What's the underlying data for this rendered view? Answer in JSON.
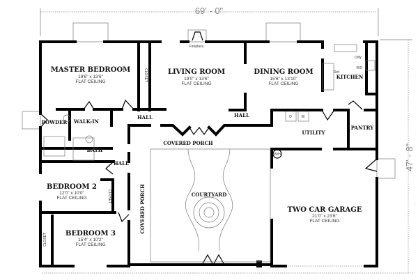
{
  "dimensions": {
    "width": "69' - 0\"",
    "depth": "47' - 8\""
  },
  "rooms": {
    "master_bedroom": {
      "name": "MASTER BEDROOM",
      "size": "19'6\" x 13'6\"",
      "ceiling": "FLAT CEILING"
    },
    "living_room": {
      "name": "LIVING ROOM",
      "size": "19'0\" x 13'6\"",
      "ceiling": "FLAT CEILING"
    },
    "dining_room": {
      "name": "DINING ROOM",
      "size": "15'6\" x 13'10\"",
      "ceiling": "FLAT CEILING"
    },
    "bedroom_2": {
      "name": "BEDROOM 2",
      "size": "12'0\" x 10'0\"",
      "ceiling": "FLAT CEILING"
    },
    "bedroom_3": {
      "name": "BEDROOM 3",
      "size": "15'4\" x 10'2\"",
      "ceiling": "FLAT CEILING"
    },
    "garage": {
      "name": "TWO CAR GARAGE",
      "size": "21'0\" x 23'6\"",
      "ceiling": "FLAT CEILING"
    }
  },
  "labels": {
    "kitchen": "KITCHEN",
    "walk_in": "WALK-IN",
    "powder": "POWDER",
    "bath": "BATH",
    "hall": "HALL",
    "utility": "UTILITY",
    "pantry": "PANTRY",
    "covered_porch": "COVERED PORCH",
    "courtyard": "COURTYARD",
    "closet": "CLOSET",
    "fireplace": "Fireplace",
    "ref": "Ref",
    "dw": "D/W",
    "ro": "R/O",
    "wh": "W/H",
    "dryer": "D",
    "washer": "W"
  }
}
